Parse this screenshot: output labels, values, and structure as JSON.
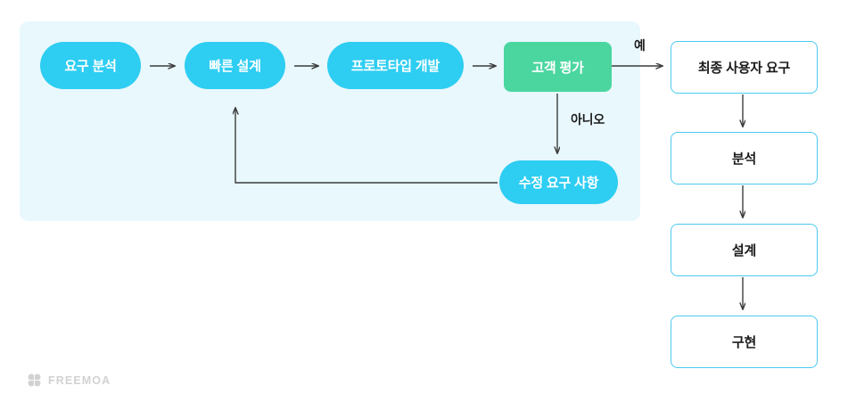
{
  "diagram": {
    "title": "Prototyping model flowchart",
    "colors": {
      "panel_bg": "#e8f8fd",
      "pill_fill": "#2ecdf2",
      "decision_fill": "#4bd6a0",
      "box_border": "#4cc9ef",
      "connector": "#3b3b3b",
      "text_dark": "#1b1b1b",
      "text_light": "#ffffff",
      "footer_gray": "#d2d2d2"
    },
    "prototype_cycle": {
      "steps": [
        {
          "id": "requirements",
          "label": "요구 분석"
        },
        {
          "id": "quick-design",
          "label": "빠른 설계"
        },
        {
          "id": "prototype-dev",
          "label": "프로토타입 개발"
        }
      ],
      "decision": {
        "id": "customer-evaluation",
        "label": "고객 평가"
      },
      "rework": {
        "id": "refine-requirements",
        "label": "수정 요구 사항"
      },
      "edge_labels": {
        "yes": "예",
        "no": "아니오"
      }
    },
    "waterfall_column": {
      "steps": [
        {
          "id": "final-user-requirements",
          "label": "최종 사용자 요구"
        },
        {
          "id": "analysis",
          "label": "분석"
        },
        {
          "id": "design",
          "label": "설계"
        },
        {
          "id": "implementation",
          "label": "구현"
        }
      ]
    }
  },
  "footer": {
    "brand": "FREEMOA"
  }
}
